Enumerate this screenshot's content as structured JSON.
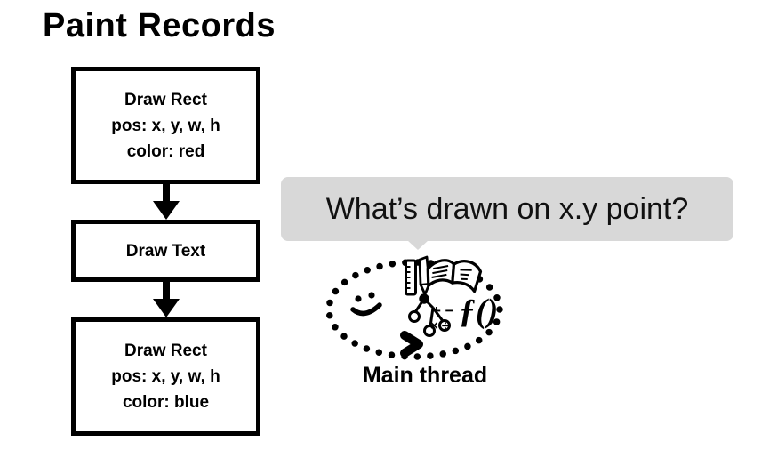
{
  "title": "Paint Records",
  "flowchart": {
    "boxes": [
      {
        "name": "draw-rect-red",
        "lines": [
          "Draw Rect",
          "pos: x, y, w, h",
          "color: red"
        ]
      },
      {
        "name": "draw-text",
        "lines": [
          "Draw Text"
        ]
      },
      {
        "name": "draw-rect-blue",
        "lines": [
          "Draw Rect",
          "pos: x, y, w, h",
          "color: blue"
        ]
      }
    ]
  },
  "speech_bubble": {
    "text": "What’s drawn on x.y point?",
    "background": "#d8d8d8"
  },
  "main_thread": {
    "label": "Main thread",
    "math_row1": "+ −",
    "math_row2": "× ÷",
    "function_text": "ƒ()",
    "icons": [
      "dotted-loop",
      "smiley-face",
      "chevron-arrow",
      "ruler",
      "pencil",
      "open-book",
      "tree-diagram",
      "math-symbols",
      "function-notation"
    ]
  },
  "colors": {
    "ink": "#000000",
    "bubble_bg": "#d8d8d8",
    "background": "#ffffff"
  }
}
